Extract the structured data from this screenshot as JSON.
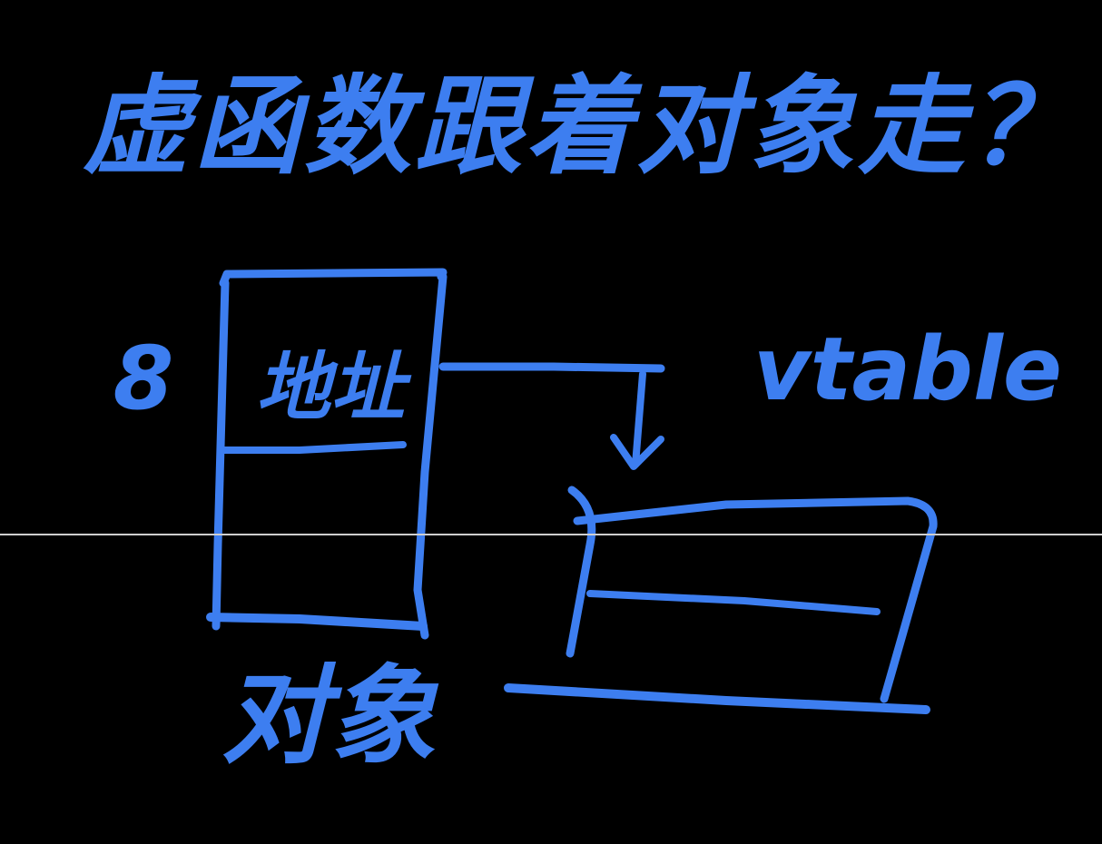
{
  "board": {
    "ink_color": "#3d7ef0",
    "background_color": "#000000",
    "divider_color": "#cfcfcf"
  },
  "labels": {
    "title": "虚函数跟着对象走？",
    "size_label": "8",
    "address_label": "地址",
    "object_label": "对象",
    "vtable_label": "vtable"
  }
}
